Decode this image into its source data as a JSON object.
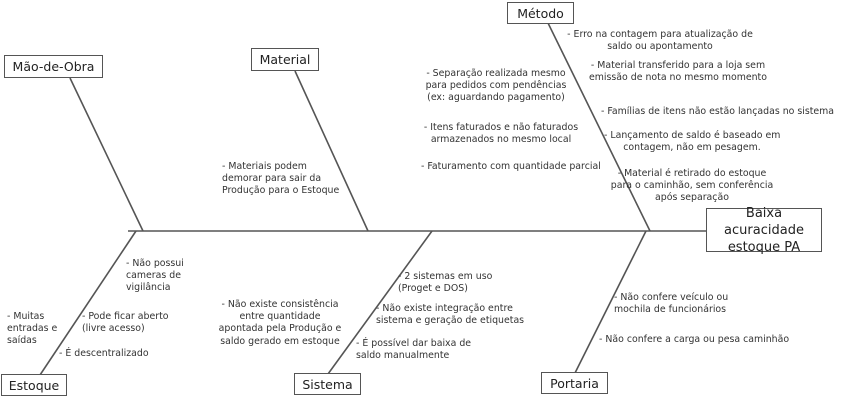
{
  "effect": {
    "line1": "Baixa acuracidade",
    "line2": "estoque PA"
  },
  "categories": {
    "mao_de_obra": "Mão-de-Obra",
    "material": "Material",
    "metodo": "Método",
    "estoque": "Estoque",
    "sistema": "Sistema",
    "portaria": "Portaria"
  },
  "causes": {
    "material": [
      "- Materiais podem",
      "demorar para sair da",
      "Produção para o Estoque"
    ],
    "metodo_left": [
      [
        "- Separação realizada mesmo",
        "para pedidos com pendências",
        "(ex: aguardando pagamento)"
      ],
      [
        "- Itens faturados e não faturados",
        "armazenados no mesmo local"
      ],
      [
        "- Faturamento com quantidade parcial"
      ]
    ],
    "metodo_right": [
      [
        "- Erro na contagem para atualização de",
        "saldo ou apontamento"
      ],
      [
        "- Material transferido para a loja sem",
        "emissão de nota no mesmo momento"
      ],
      [
        "- Famílias de itens não estão lançadas no sistema"
      ],
      [
        "- Lançamento de saldo é baseado em",
        "contagem, não em pesagem."
      ],
      [
        "- Material é retirado do estoque",
        "para o caminhão, sem conferência",
        "após separação"
      ]
    ],
    "estoque": [
      [
        "- Não possui",
        "cameras de",
        "vigilância"
      ],
      [
        "- Pode ficar aberto",
        "(livre acesso)"
      ],
      [
        "- Muitas",
        "entradas e",
        "saídas"
      ],
      [
        "- É descentralizado"
      ]
    ],
    "sistema_left": [
      "- Não existe consistência",
      "entre quantidade",
      "apontada pela Produção e",
      "saldo gerado em estoque"
    ],
    "sistema_right": [
      [
        "- 2 sistemas em uso",
        "(Proget e DOS)"
      ],
      [
        "- Não existe integração entre",
        "sistema e geração de etiquetas"
      ],
      [
        "- É possível dar baixa de",
        "saldo manualmente"
      ]
    ],
    "portaria": [
      [
        "- Não confere veículo ou",
        "mochila de funcionários"
      ],
      [
        "- Não confere a carga ou pesa caminhão"
      ]
    ]
  }
}
